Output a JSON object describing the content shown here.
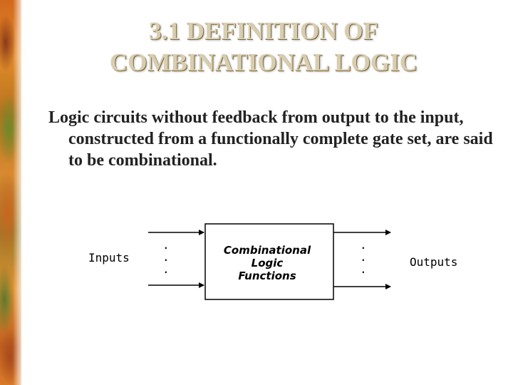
{
  "slide": {
    "title_line1": "3.1   DEFINITION OF",
    "title_line2": "COMBINATIONAL LOGIC",
    "body": "Logic circuits without feedback from output to the input, constructed from a functionally complete gate set, are said to be combinational."
  },
  "diagram": {
    "inputs_label": "Inputs",
    "outputs_label": "Outputs",
    "box_line1": "Combinational",
    "box_line2": "Logic",
    "box_line3": "Functions",
    "dots": "."
  },
  "colors": {
    "title": "#d8cdb0",
    "edge_texture": "#d2691e",
    "text": "#222222"
  }
}
